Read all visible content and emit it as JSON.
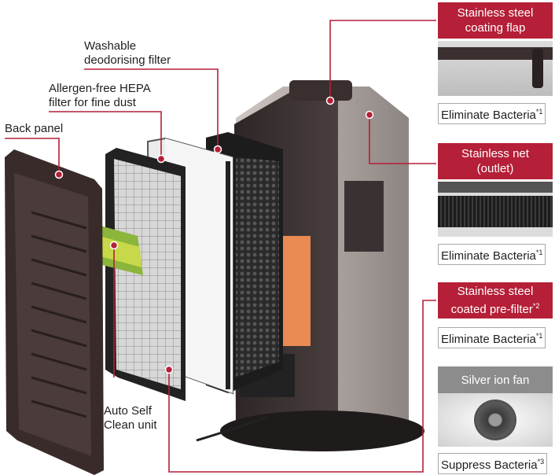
{
  "labels": {
    "washable": [
      "Washable",
      "deodorising filter"
    ],
    "hepa": [
      "Allergen-free HEPA",
      "filter for fine dust"
    ],
    "back_panel": "Back panel",
    "auto_clean": [
      "Auto Self",
      "Clean unit"
    ]
  },
  "callouts": [
    {
      "title": [
        "Stainless steel",
        "coating flap"
      ],
      "caption": "Eliminate Bacteria",
      "note": "*1"
    },
    {
      "title": [
        "Stainless net",
        "(outlet)"
      ],
      "caption": "Eliminate Bacteria",
      "note": "*1"
    },
    {
      "title": [
        "Stainless steel",
        "coated pre-filter"
      ],
      "title_note": "*2",
      "caption": "Eliminate Bacteria",
      "note": "*1"
    },
    {
      "title": [
        "Silver ion fan"
      ],
      "caption": "Suppress Bacteria",
      "note": "*3"
    }
  ],
  "colors": {
    "accent": "#b51f37",
    "leader": "#b51f37",
    "body": "#3a3030"
  }
}
